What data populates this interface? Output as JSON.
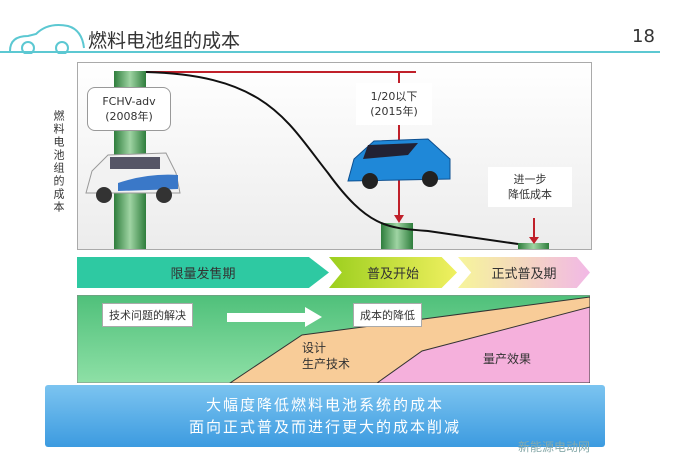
{
  "header": {
    "title": "燃料电池组的成本",
    "page_number": "18"
  },
  "chart": {
    "y_axis_label": "燃料电池组的成本",
    "label_2008": {
      "line1": "FCHV-adv",
      "line2": "(2008年)"
    },
    "label_2015": {
      "line1": "1/20以下",
      "line2": "(2015年)"
    },
    "label_future": {
      "line1": "进一步",
      "line2": "降低成本"
    }
  },
  "phases": [
    "限量发售期",
    "普及开始",
    "正式普及期"
  ],
  "factors": {
    "tech": "技术问题的解决",
    "cost": "成本的降低",
    "design_line1": "设计",
    "design_line2": "生产技术",
    "mass": "量产效果"
  },
  "banner": {
    "line1": "大幅度降低燃料电池系统的成本",
    "line2": "面向正式普及而进行更大的成本削减"
  },
  "watermark": "新能源电动网",
  "colors": {
    "accent": "#5cc8d2",
    "bar": "#2e7d3c",
    "arrow": "#c0202a"
  }
}
